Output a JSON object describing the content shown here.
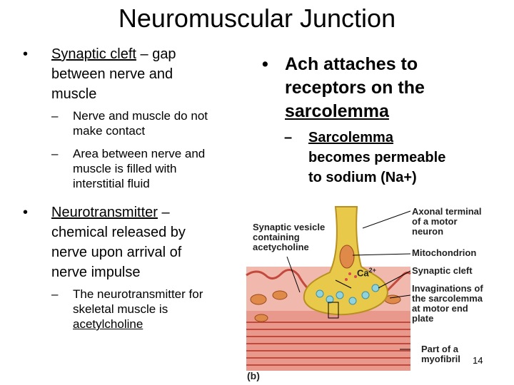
{
  "title": "Neuromuscular Junction",
  "left": {
    "b1_term": "Synaptic cleft",
    "b1_rest1": " – gap",
    "b1_line2": "between nerve and",
    "b1_line3": "muscle",
    "s1_line1": "Nerve and muscle do not",
    "s1_line2": "make contact",
    "s2_line1": "Area between nerve and",
    "s2_line2": "muscle is filled with",
    "s2_line3": "interstitial fluid",
    "b2_term": "Neurotransmitter",
    "b2_rest1": " –",
    "b2_line2": "chemical released by",
    "b2_line3": "nerve upon arrival of",
    "b2_line4": "nerve impulse",
    "s3_line1": "The neurotransmitter for",
    "s3_line2": "skeletal muscle is",
    "s3_term": "acetylcholine"
  },
  "right": {
    "b1_line1": "Ach attaches to",
    "b1_line2": "receptors on the",
    "b1_term": "sarcolemma",
    "s1_term": "Sarcolemma",
    "s1_line2": "becomes permeable",
    "s1_line3": "to sodium (Na+)"
  },
  "diagram": {
    "label_vesicle_1": "Synaptic vesicle",
    "label_vesicle_2": "containing",
    "label_vesicle_3": "acetycholine",
    "label_ca": "Ca",
    "label_ca_sup": "2+",
    "label_axonal_1": "Axonal terminal",
    "label_axonal_2": "of a motor",
    "label_axonal_3": "neuron",
    "label_mito": "Mitochondrion",
    "label_cleft": "Synaptic cleft",
    "label_inv_1": "Invaginations of",
    "label_inv_2": "the sarcolemma",
    "label_inv_3": "at motor end",
    "label_inv_4": "plate",
    "label_myo_1": "Part of a",
    "label_myo_2": "myofibril",
    "panel": "(b)"
  },
  "page_number": "14"
}
